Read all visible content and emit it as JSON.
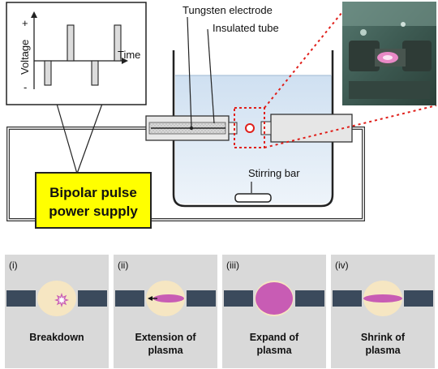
{
  "top_diagram": {
    "waveform": {
      "ylabel": "Voltage",
      "plus": "+",
      "minus": "-",
      "xlabel": "Time"
    },
    "labels": {
      "tungsten_electrode": "Tungsten electrode",
      "insulated_tube": "Insulated tube",
      "stirring_bar": "Stirring bar"
    },
    "power_supply": {
      "line1": "Bipolar pulse",
      "line2": "power supply"
    }
  },
  "panels": [
    {
      "tag": "(i)",
      "line1": "Breakdown",
      "line2": "",
      "stage": "breakdown"
    },
    {
      "tag": "(ii)",
      "line1": "Extension of",
      "line2": "plasma",
      "stage": "extension"
    },
    {
      "tag": "(iii)",
      "line1": "Expand of",
      "line2": "plasma",
      "stage": "expand"
    },
    {
      "tag": "(iv)",
      "line1": "Shrink of",
      "line2": "plasma",
      "stage": "shrink"
    }
  ],
  "colors": {
    "power_supply_fill": "#ffff00",
    "dashed_highlight": "#e0201b",
    "electrode_block": "#3b4a5c",
    "bubble": "#f6e6c2",
    "plasma": "#c85cb4",
    "panel_bg": "#d9d9d9",
    "water": "#d9e8f5"
  }
}
